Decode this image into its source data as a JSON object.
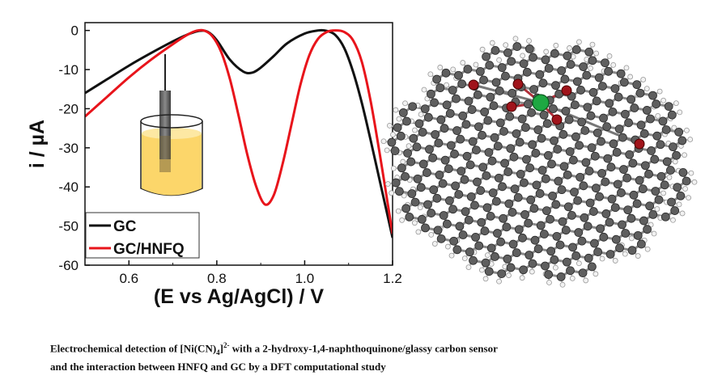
{
  "chart_data": {
    "type": "line",
    "xlabel": "(E vs Ag/AgCl) / V",
    "ylabel": "i / µA",
    "xlim": [
      0.5,
      1.2
    ],
    "ylim": [
      -60,
      2
    ],
    "xticks": [
      0.6,
      0.8,
      1.0,
      1.2
    ],
    "yticks": [
      0,
      -10,
      -20,
      -30,
      -40,
      -50,
      -60
    ],
    "legend_position": "bottom-left",
    "series": [
      {
        "name": "GC",
        "color": "#111111",
        "x": [
          0.5,
          0.55,
          0.6,
          0.65,
          0.7,
          0.73,
          0.76,
          0.78,
          0.8,
          0.83,
          0.86,
          0.88,
          0.9,
          0.93,
          0.96,
          1.0,
          1.03,
          1.05,
          1.07,
          1.09,
          1.11,
          1.13,
          1.15,
          1.17,
          1.19,
          1.2
        ],
        "y": [
          -16,
          -12.5,
          -9,
          -5.8,
          -2.8,
          -1.2,
          -0.1,
          -0.4,
          -2.5,
          -7.5,
          -10.5,
          -10.8,
          -9.5,
          -6.5,
          -3.3,
          -0.8,
          0,
          -0.1,
          -1.2,
          -4.5,
          -10.5,
          -18.5,
          -28,
          -38,
          -48,
          -53
        ]
      },
      {
        "name": "GC/HNFQ",
        "color": "#e8141b",
        "x": [
          0.5,
          0.55,
          0.6,
          0.65,
          0.7,
          0.73,
          0.75,
          0.77,
          0.79,
          0.81,
          0.83,
          0.85,
          0.87,
          0.89,
          0.91,
          0.93,
          0.95,
          0.97,
          0.99,
          1.01,
          1.03,
          1.05,
          1.07,
          1.09,
          1.11,
          1.13,
          1.15,
          1.17,
          1.19,
          1.2
        ],
        "y": [
          -22,
          -17,
          -12,
          -7.5,
          -3.5,
          -1.3,
          -0.2,
          0,
          -1.5,
          -5.5,
          -12.5,
          -22,
          -32,
          -40,
          -44.5,
          -42,
          -34,
          -24,
          -14,
          -6.5,
          -2.2,
          -0.4,
          0,
          -0.4,
          -2.5,
          -8,
          -18,
          -31,
          -45,
          -52
        ]
      }
    ]
  },
  "caption": {
    "line1_a": "Electrochemical detection of [Ni(CN)",
    "line1_sub": "4",
    "line1_b": "]",
    "line1_sup": "2-",
    "line1_c": " with a 2-hydroxy-1,4-naphthoquinone/glassy carbon sensor",
    "line2": "and the interaction between HNFQ and GC by a DFT computational study"
  }
}
